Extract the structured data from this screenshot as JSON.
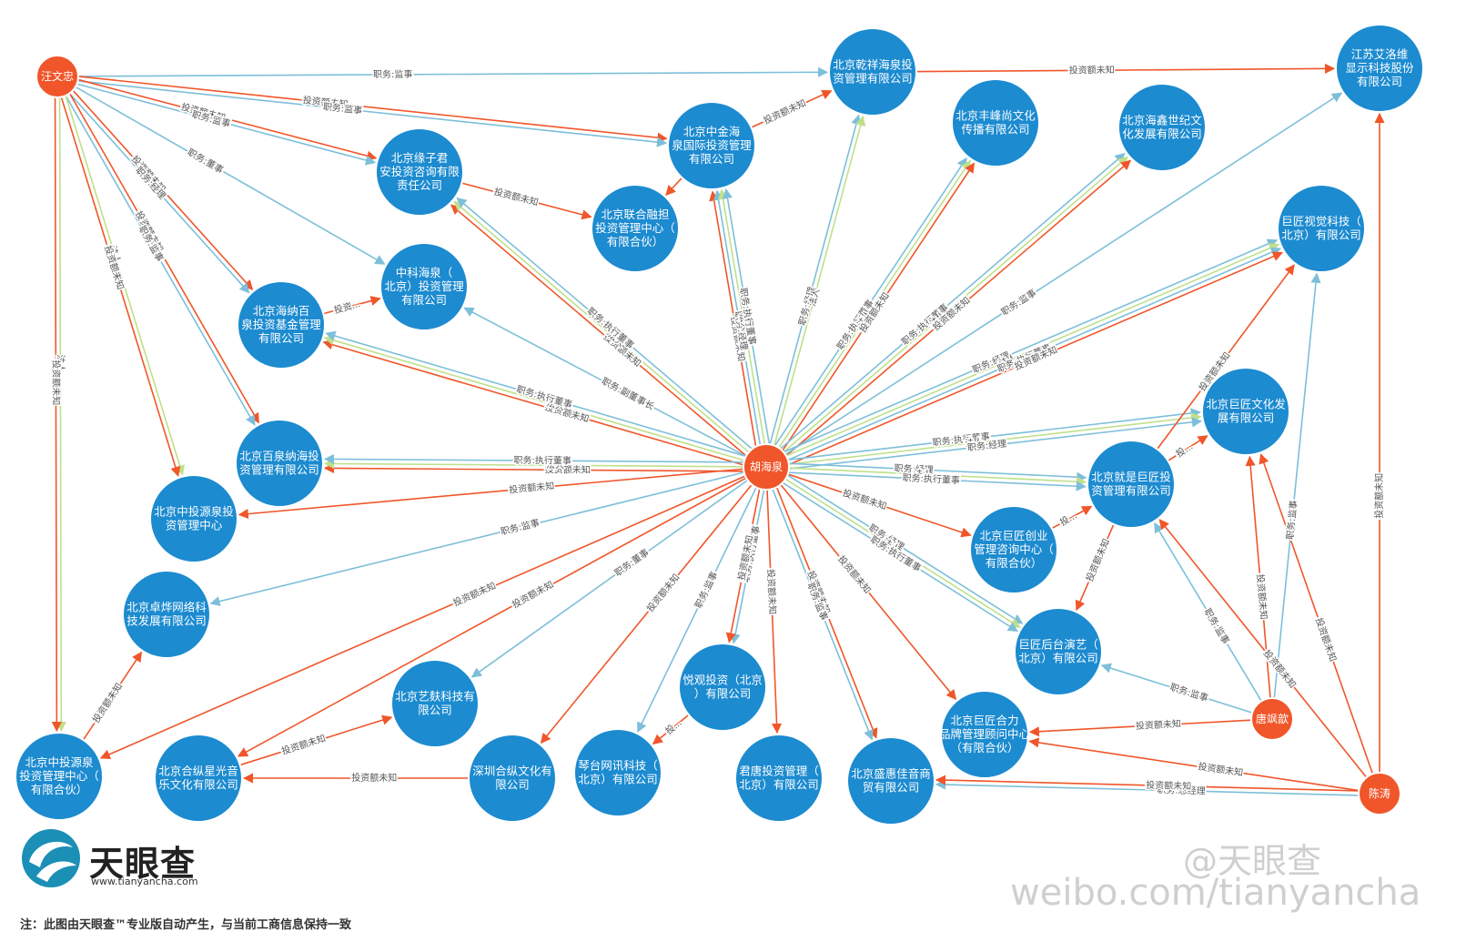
{
  "colors": {
    "company": "#1c8bd0",
    "company_stroke": "#ffffff",
    "person": "#f0562a",
    "invest_edge": "#f0562a",
    "role_edge": "#7dbfd9",
    "legal_edge": "#bfe08a"
  },
  "nodes": [
    {
      "id": "wwz",
      "kind": "person",
      "label": "汪文忠"
    },
    {
      "id": "hhq",
      "kind": "person",
      "label": "胡海泉"
    },
    {
      "id": "tpx",
      "kind": "person",
      "label": "唐飒歆"
    },
    {
      "id": "ct",
      "kind": "person",
      "label": "陈涛"
    },
    {
      "id": "qx",
      "kind": "company",
      "label": "北京乾祥海泉投资管理有限公司",
      "lines": [
        "北京乾祥海泉投",
        "资管理有限公司"
      ]
    },
    {
      "id": "js",
      "kind": "company",
      "label": "江苏艾洛维显示科技股份有限公司",
      "lines": [
        "江苏艾洛维",
        "显示科技股份",
        "有限公司"
      ]
    },
    {
      "id": "zj",
      "kind": "company",
      "label": "北京中金海泉国际投资管理有限公司",
      "lines": [
        "北京中金海",
        "泉国际投资管理",
        "有限公司"
      ]
    },
    {
      "id": "fz",
      "kind": "company",
      "label": "北京丰峰尚文化传播有限公司",
      "lines": [
        "北京丰峰尚文化",
        "传播有限公司"
      ]
    },
    {
      "id": "hx",
      "kind": "company",
      "label": "北京海鑫世纪文化发展有限公司",
      "lines": [
        "北京海鑫世纪文",
        "化发展有限公司"
      ]
    },
    {
      "id": "yz",
      "kind": "company",
      "label": "北京缘子君安投资咨询有限责任公司",
      "lines": [
        "北京缘子君",
        "安投资咨询有限",
        "责任公司"
      ]
    },
    {
      "id": "lh",
      "kind": "company",
      "label": "北京联合融担投资管理中心（有限合伙）",
      "lines": [
        "北京联合融担",
        "投资管理中心（",
        "有限合伙）"
      ]
    },
    {
      "id": "jjs",
      "kind": "company",
      "label": "巨匠视觉科技（北京）有限公司",
      "lines": [
        "巨匠视觉科技（",
        "北京）有限公司"
      ]
    },
    {
      "id": "hn",
      "kind": "company",
      "label": "北京海纳百泉投资基金管理有限公司",
      "lines": [
        "北京海纳百",
        "泉投资基金管理",
        "有限公司"
      ]
    },
    {
      "id": "zk",
      "kind": "company",
      "label": "中科海泉（北京）投资管理有限公司",
      "lines": [
        "中科海泉（",
        "北京）投资管理",
        "有限公司"
      ]
    },
    {
      "id": "jjwh",
      "kind": "company",
      "label": "北京巨匠文化发展有限公司",
      "lines": [
        "北京巨匠文化发",
        "展有限公司"
      ]
    },
    {
      "id": "bq",
      "kind": "company",
      "label": "北京百泉纳海投资管理有限公司",
      "lines": [
        "北京百泉纳海投",
        "资管理有限公司"
      ]
    },
    {
      "id": "jsjj",
      "kind": "company",
      "label": "北京就是巨匠投资管理有限公司",
      "lines": [
        "北京就是巨匠投",
        "资管理有限公司"
      ]
    },
    {
      "id": "zty",
      "kind": "company",
      "label": "北京中投源泉投资管理中心",
      "lines": [
        "北京中投源泉投",
        "资管理中心"
      ]
    },
    {
      "id": "jjcy",
      "kind": "company",
      "label": "北京巨匠创业管理咨询中心（有限合伙）",
      "lines": [
        "北京巨匠创业",
        "管理咨询中心（",
        "有限合伙）"
      ]
    },
    {
      "id": "zy",
      "kind": "company",
      "label": "北京卓烨网络科技发展有限公司",
      "lines": [
        "北京卓烨网络科",
        "技发展有限公司"
      ]
    },
    {
      "id": "jjht",
      "kind": "company",
      "label": "巨匠后台演艺（北京）有限公司",
      "lines": [
        "巨匠后台演艺（",
        "北京）有限公司"
      ]
    },
    {
      "id": "ygtz",
      "kind": "company",
      "label": "悦观投资（北京）有限公司",
      "lines": [
        "悦观投资（北京",
        "）有限公司"
      ]
    },
    {
      "id": "yf",
      "kind": "company",
      "label": "北京艺麸科技有限公司",
      "lines": [
        "北京艺麸科技有",
        "限公司"
      ]
    },
    {
      "id": "jjhl",
      "kind": "company",
      "label": "北京巨匠合力品牌管理顾问中心（有限合伙）",
      "lines": [
        "北京巨匠合力",
        "品牌管理顾问中心",
        "（有限合伙）"
      ]
    },
    {
      "id": "zty2",
      "kind": "company",
      "label": "北京中投源泉投资管理中心（有限合伙）",
      "lines": [
        "北京中投源泉",
        "投资管理中心（",
        "有限合伙）"
      ]
    },
    {
      "id": "hz",
      "kind": "company",
      "label": "北京合纵星光音乐文化有限公司",
      "lines": [
        "北京合纵星光音",
        "乐文化有限公司"
      ]
    },
    {
      "id": "sz",
      "kind": "company",
      "label": "深圳合纵文化有限公司",
      "lines": [
        "深圳合纵文化有",
        "限公司"
      ]
    },
    {
      "id": "qt",
      "kind": "company",
      "label": "琴台网讯科技（北京）有限公司",
      "lines": [
        "琴台网讯科技（",
        "北京）有限公司"
      ]
    },
    {
      "id": "jt",
      "kind": "company",
      "label": "君唐投资管理（北京）有限公司",
      "lines": [
        "君唐投资管理（",
        "北京）有限公司"
      ]
    },
    {
      "id": "sh",
      "kind": "company",
      "label": "北京盛惠佳音商贸有限公司",
      "lines": [
        "北京盛惠佳音商",
        "贸有限公司"
      ]
    }
  ],
  "edges": [
    {
      "from": "wwz",
      "to": "qx",
      "type": "role",
      "label": "职务:监事"
    },
    {
      "from": "qx",
      "to": "js",
      "type": "invest",
      "label": "投资额未知"
    },
    {
      "from": "wwz",
      "to": "zj",
      "type": "invest",
      "label": "投资额未知"
    },
    {
      "from": "wwz",
      "to": "zj",
      "type": "role",
      "label": "职务:监事"
    },
    {
      "from": "wwz",
      "to": "yz",
      "type": "invest",
      "label": "投资额未知"
    },
    {
      "from": "wwz",
      "to": "yz",
      "type": "role",
      "label": "职务:监事"
    },
    {
      "from": "wwz",
      "to": "zk",
      "type": "role",
      "label": "职务:董事"
    },
    {
      "from": "wwz",
      "to": "hn",
      "type": "invest",
      "label": "投资额未知"
    },
    {
      "from": "wwz",
      "to": "hn",
      "type": "role",
      "label": "职务:经理"
    },
    {
      "from": "wwz",
      "to": "bq",
      "type": "invest",
      "label": "投资额未知"
    },
    {
      "from": "wwz",
      "to": "bq",
      "type": "role",
      "label": "职务:监事"
    },
    {
      "from": "wwz",
      "to": "zty",
      "type": "legal",
      "label": "法人"
    },
    {
      "from": "wwz",
      "to": "zty",
      "type": "invest",
      "label": "投资额未知"
    },
    {
      "from": "wwz",
      "to": "zty2",
      "type": "legal",
      "label": "法人"
    },
    {
      "from": "wwz",
      "to": "zty2",
      "type": "invest",
      "label": "投资额未知"
    },
    {
      "from": "zj",
      "to": "qx",
      "type": "invest",
      "label": "投资额未知"
    },
    {
      "from": "zj",
      "to": "lh",
      "type": "invest",
      "label": ""
    },
    {
      "from": "yz",
      "to": "lh",
      "type": "invest",
      "label": "投资额未知"
    },
    {
      "from": "hn",
      "to": "zk",
      "type": "invest",
      "label": "投资..."
    },
    {
      "from": "hhq",
      "to": "qx",
      "type": "role",
      "label": "职务:经理"
    },
    {
      "from": "hhq",
      "to": "qx",
      "type": "legal",
      "label": "法人"
    },
    {
      "from": "hhq",
      "to": "zj",
      "type": "invest",
      "label": "投资额未知"
    },
    {
      "from": "hhq",
      "to": "zj",
      "type": "role",
      "label": "职务:经理"
    },
    {
      "from": "hhq",
      "to": "zj",
      "type": "legal",
      "label": "法人"
    },
    {
      "from": "hhq",
      "to": "zj",
      "type": "role",
      "label": "职务:执行董事"
    },
    {
      "from": "hhq",
      "to": "fz",
      "type": "role",
      "label": "职务:执行董事"
    },
    {
      "from": "hhq",
      "to": "fz",
      "type": "legal",
      "label": "法人"
    },
    {
      "from": "hhq",
      "to": "fz",
      "type": "invest",
      "label": "投资额未知"
    },
    {
      "from": "hhq",
      "to": "hx",
      "type": "role",
      "label": "职务:执行董事"
    },
    {
      "from": "hhq",
      "to": "hx",
      "type": "legal",
      "label": "法人"
    },
    {
      "from": "hhq",
      "to": "hx",
      "type": "invest",
      "label": "投资额未知"
    },
    {
      "from": "hhq",
      "to": "js",
      "type": "role",
      "label": "职务:监事"
    },
    {
      "from": "hhq",
      "to": "yz",
      "type": "invest",
      "label": "投资额未知"
    },
    {
      "from": "hhq",
      "to": "yz",
      "type": "legal",
      "label": "法人"
    },
    {
      "from": "hhq",
      "to": "yz",
      "type": "role",
      "label": "职务:执行董事"
    },
    {
      "from": "hhq",
      "to": "zk",
      "type": "role",
      "label": "职务:副董事长"
    },
    {
      "from": "hhq",
      "to": "jjs",
      "type": "role",
      "label": "职务:经理"
    },
    {
      "from": "hhq",
      "to": "jjs",
      "type": "legal",
      "label": "法人"
    },
    {
      "from": "hhq",
      "to": "jjs",
      "type": "role",
      "label": "职务:执行董事"
    },
    {
      "from": "hhq",
      "to": "jjs",
      "type": "invest",
      "label": "投资额未知"
    },
    {
      "from": "hhq",
      "to": "hn",
      "type": "invest",
      "label": "投资额未知"
    },
    {
      "from": "hhq",
      "to": "hn",
      "type": "legal",
      "label": "法人"
    },
    {
      "from": "hhq",
      "to": "hn",
      "type": "role",
      "label": "职务:执行董事"
    },
    {
      "from": "hhq",
      "to": "jjwh",
      "type": "role",
      "label": "职务:执行董事"
    },
    {
      "from": "hhq",
      "to": "jjwh",
      "type": "legal",
      "label": "法人"
    },
    {
      "from": "hhq",
      "to": "jjwh",
      "type": "role",
      "label": "职务:经理"
    },
    {
      "from": "hhq",
      "to": "bq",
      "type": "invest",
      "label": "投资额未知"
    },
    {
      "from": "hhq",
      "to": "bq",
      "type": "legal",
      "label": "法人"
    },
    {
      "from": "hhq",
      "to": "bq",
      "type": "role",
      "label": "职务:执行董事"
    },
    {
      "from": "hhq",
      "to": "jsjj",
      "type": "role",
      "label": "职务:经理"
    },
    {
      "from": "hhq",
      "to": "jsjj",
      "type": "legal",
      "label": "法人"
    },
    {
      "from": "hhq",
      "to": "jsjj",
      "type": "role",
      "label": "职务:执行董事"
    },
    {
      "from": "hhq",
      "to": "zty",
      "type": "invest",
      "label": "投资额未知"
    },
    {
      "from": "hhq",
      "to": "jjcy",
      "type": "invest",
      "label": "投资额未知"
    },
    {
      "from": "hhq",
      "to": "zy",
      "type": "role",
      "label": "职务:监事"
    },
    {
      "from": "hhq",
      "to": "jjht",
      "type": "role",
      "label": "职务:经理"
    },
    {
      "from": "hhq",
      "to": "jjht",
      "type": "legal",
      "label": "法人"
    },
    {
      "from": "hhq",
      "to": "jjht",
      "type": "role",
      "label": "职务:执行董事"
    },
    {
      "from": "hhq",
      "to": "zty2",
      "type": "invest",
      "label": "投资额未知"
    },
    {
      "from": "hhq",
      "to": "hz",
      "type": "invest",
      "label": "投资额未知"
    },
    {
      "from": "hhq",
      "to": "yf",
      "type": "role",
      "label": "职务:董事"
    },
    {
      "from": "hhq",
      "to": "sz",
      "type": "invest",
      "label": "投资额未知"
    },
    {
      "from": "hhq",
      "to": "qt",
      "type": "role",
      "label": "职务:监事"
    },
    {
      "from": "hhq",
      "to": "ygtz",
      "type": "role",
      "label": "职务:执行董事"
    },
    {
      "from": "hhq",
      "to": "ygtz",
      "type": "invest",
      "label": "投资额未知"
    },
    {
      "from": "hhq",
      "to": "jt",
      "type": "invest",
      "label": "投资额未知"
    },
    {
      "from": "hhq",
      "to": "sh",
      "type": "invest",
      "label": "投资额未知"
    },
    {
      "from": "hhq",
      "to": "sh",
      "type": "role",
      "label": "职务:监事"
    },
    {
      "from": "hhq",
      "to": "jjhl",
      "type": "invest",
      "label": "投资额未知"
    },
    {
      "from": "jjcy",
      "to": "jsjj",
      "type": "invest",
      "label": "投..."
    },
    {
      "from": "jsjj",
      "to": "jjwh",
      "type": "invest",
      "label": "投..."
    },
    {
      "from": "jsjj",
      "to": "jjht",
      "type": "invest",
      "label": "投资额未知"
    },
    {
      "from": "jsjj",
      "to": "jjs",
      "type": "invest",
      "label": "投资额未知"
    },
    {
      "from": "zty2",
      "to": "zy",
      "type": "invest",
      "label": "投资额未知"
    },
    {
      "from": "sz",
      "to": "hz",
      "type": "invest",
      "label": "投资额未知"
    },
    {
      "from": "hz",
      "to": "yf",
      "type": "invest",
      "label": "投资额未知"
    },
    {
      "from": "ygtz",
      "to": "qt",
      "type": "invest",
      "label": "投..."
    },
    {
      "from": "tpx",
      "to": "jjht",
      "type": "role",
      "label": "职务:监事"
    },
    {
      "from": "tpx",
      "to": "jjhl",
      "type": "invest",
      "label": "投资额未知"
    },
    {
      "from": "tpx",
      "to": "jsjj",
      "type": "role",
      "label": "职务:监事"
    },
    {
      "from": "tpx",
      "to": "jjwh",
      "type": "invest",
      "label": "投资额未知"
    },
    {
      "from": "tpx",
      "to": "jjs",
      "type": "role",
      "label": "职务:监事"
    },
    {
      "from": "ct",
      "to": "jjwh",
      "type": "invest",
      "label": "投资额未知"
    },
    {
      "from": "ct",
      "to": "jsjj",
      "type": "invest",
      "label": "投资额未知"
    },
    {
      "from": "ct",
      "to": "js",
      "type": "invest",
      "label": "投资额未知"
    },
    {
      "from": "ct",
      "to": "jjhl",
      "type": "invest",
      "label": "投资额未知"
    },
    {
      "from": "ct",
      "to": "sh",
      "type": "role",
      "label": "职务:总经理"
    },
    {
      "from": "ct",
      "to": "sh",
      "type": "invest",
      "label": "投资额未知"
    }
  ],
  "logo": {
    "brand": "天眼查",
    "url": "www.tianyancha.com"
  },
  "footnote": "注：此图由天眼查™专业版自动产生，与当前工商信息保持一致",
  "watermark": {
    "handle": "@天眼查",
    "url": "weibo.com/tianyancha"
  }
}
